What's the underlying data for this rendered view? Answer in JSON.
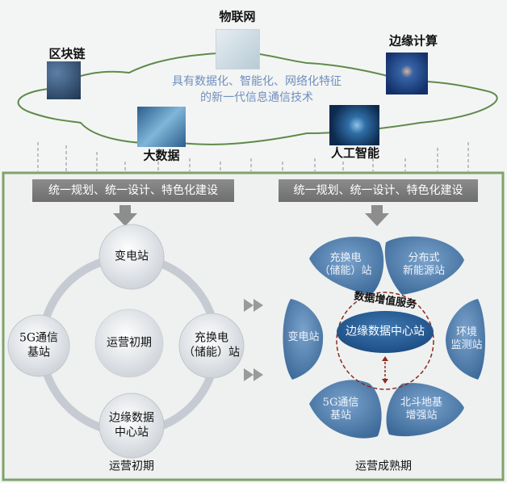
{
  "technologies": {
    "blockchain": "区块链",
    "iot": "物联网",
    "edge_computing": "边缘计算",
    "big_data": "大数据",
    "ai": "人工智能"
  },
  "cloud_text": {
    "line1": "具有数据化、智能化、网络化特征",
    "line2": "的新一代信息通信技术"
  },
  "banners": {
    "left": "统一规划、统一设计、特色化建设",
    "right": "统一规划、统一设计、特色化建设"
  },
  "initial_stage": {
    "title": "运营初期",
    "center": "运营初期",
    "nodes": {
      "top": "变电站",
      "left_l1": "5G通信",
      "left_l2": "基站",
      "right_l1": "充换电",
      "right_l2": "（储能）站",
      "bottom_l1": "边缘数据",
      "bottom_l2": "中心站"
    }
  },
  "mature_stage": {
    "title": "运营成熟期",
    "center": "边缘数据中心站",
    "ring_label": "数据增值服务",
    "petals": {
      "top_left_l1": "充换电",
      "top_left_l2": "（储能）站",
      "top_right_l1": "分布式",
      "top_right_l2": "新能源站",
      "left": "变电站",
      "right_l1": "环境",
      "right_l2": "监测站",
      "bottom_left_l1": "5G通信",
      "bottom_left_l2": "基站",
      "bottom_right_l1": "北斗地基",
      "bottom_right_l2": "增强站"
    }
  },
  "colors": {
    "frame_green": "#7fa36a",
    "petal_blue": "#4f7fae",
    "banner_gray": "#7d7d7d"
  }
}
